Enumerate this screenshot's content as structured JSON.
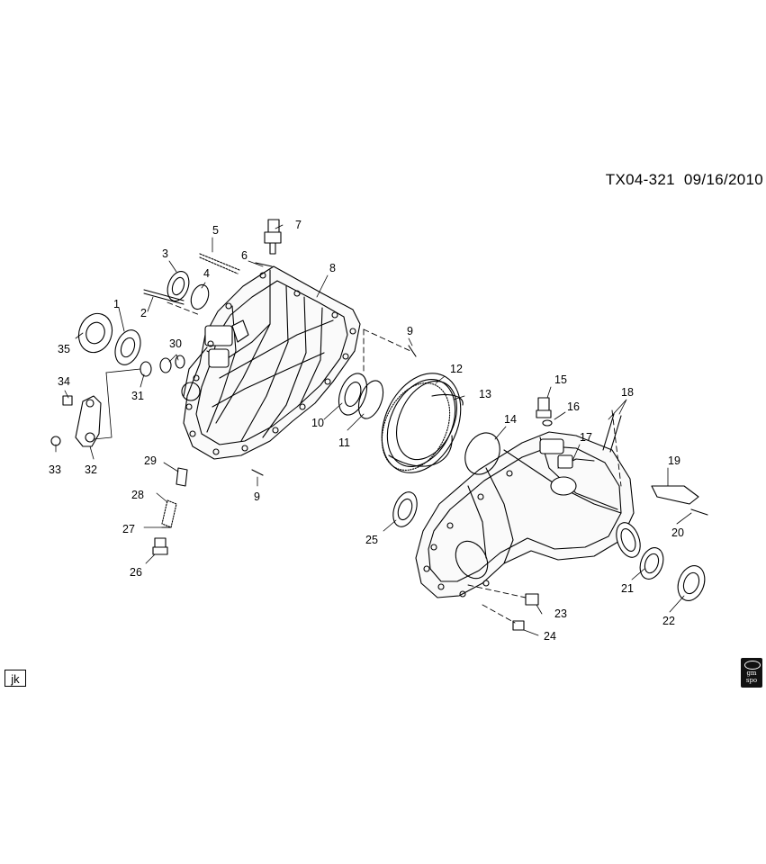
{
  "header": {
    "diagram_code": "TX04-321",
    "date": "09/16/2010"
  },
  "footer": {
    "author_initials": "jk",
    "logo_text_line1": "gm",
    "logo_text_line2": "spo"
  },
  "callouts": [
    {
      "id": "c1",
      "number": "1"
    },
    {
      "id": "c2",
      "number": "2"
    },
    {
      "id": "c3",
      "number": "3"
    },
    {
      "id": "c4",
      "number": "4"
    },
    {
      "id": "c5",
      "number": "5"
    },
    {
      "id": "c6",
      "number": "6"
    },
    {
      "id": "c7",
      "number": "7"
    },
    {
      "id": "c8",
      "number": "8"
    },
    {
      "id": "c9a",
      "number": "9"
    },
    {
      "id": "c9b",
      "number": "9"
    },
    {
      "id": "c10",
      "number": "10"
    },
    {
      "id": "c11",
      "number": "11"
    },
    {
      "id": "c12",
      "number": "12"
    },
    {
      "id": "c13",
      "number": "13"
    },
    {
      "id": "c14",
      "number": "14"
    },
    {
      "id": "c15",
      "number": "15"
    },
    {
      "id": "c16",
      "number": "16"
    },
    {
      "id": "c17",
      "number": "17"
    },
    {
      "id": "c18",
      "number": "18"
    },
    {
      "id": "c19",
      "number": "19"
    },
    {
      "id": "c20",
      "number": "20"
    },
    {
      "id": "c21",
      "number": "21"
    },
    {
      "id": "c22",
      "number": "22"
    },
    {
      "id": "c23",
      "number": "23"
    },
    {
      "id": "c24",
      "number": "24"
    },
    {
      "id": "c25",
      "number": "25"
    },
    {
      "id": "c26",
      "number": "26"
    },
    {
      "id": "c27",
      "number": "27"
    },
    {
      "id": "c28",
      "number": "28"
    },
    {
      "id": "c29",
      "number": "29"
    },
    {
      "id": "c30",
      "number": "30"
    },
    {
      "id": "c31",
      "number": "31"
    },
    {
      "id": "c32",
      "number": "32"
    },
    {
      "id": "c33",
      "number": "33"
    },
    {
      "id": "c34",
      "number": "34"
    },
    {
      "id": "c35",
      "number": "35"
    }
  ]
}
